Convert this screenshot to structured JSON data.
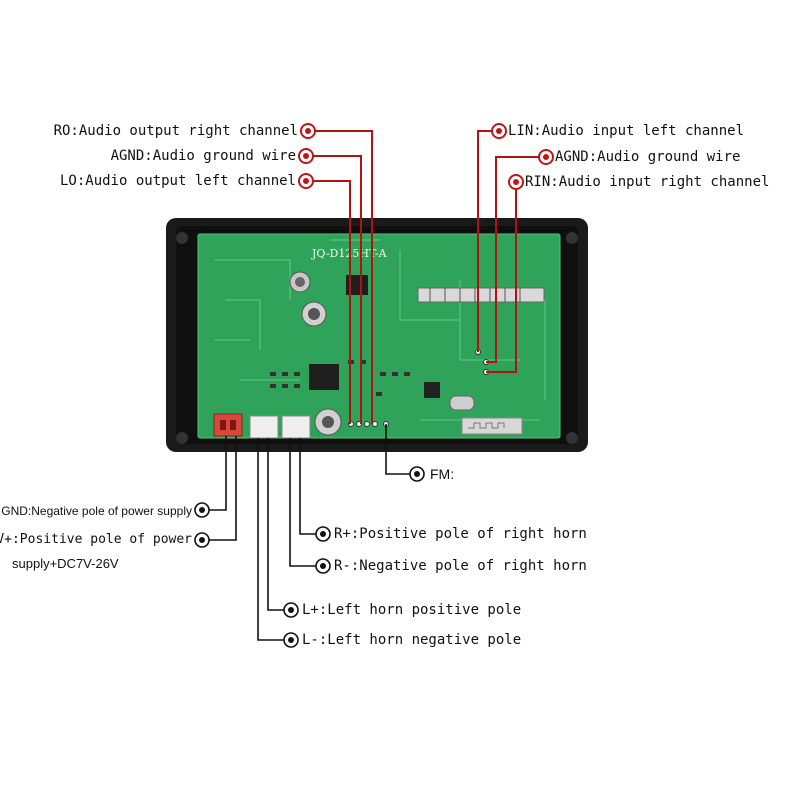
{
  "board": {
    "model": "JQ-D125HT-A"
  },
  "top_left_labels": [
    {
      "id": "ro",
      "text": "RO:Audio output right channel"
    },
    {
      "id": "agnd-l",
      "text": "AGND:Audio ground wire"
    },
    {
      "id": "lo",
      "text": "LO:Audio output left channel"
    }
  ],
  "top_right_labels": [
    {
      "id": "lin",
      "text": "LIN:Audio input left channel"
    },
    {
      "id": "agnd-r",
      "text": "AGND:Audio ground wire"
    },
    {
      "id": "rin",
      "text": "RIN:Audio input right channel"
    }
  ],
  "bottom_labels": {
    "fm": "FM:",
    "gnd": "GND:Negative pole of power supply",
    "vplus_line1": "V+:Positive pole of power",
    "vplus_line2": "supply+DC7V-26V",
    "rplus": "R+:Positive pole of right horn",
    "rminus": "R-:Negative pole of right horn",
    "lplus": "L+:Left horn positive pole",
    "lminus": "L-:Left horn negative pole"
  },
  "colors": {
    "leader_red": "#b31212",
    "leader_black": "#111111",
    "board_frame": "#1a1a1a",
    "pcb_green": "#2fa35a"
  }
}
